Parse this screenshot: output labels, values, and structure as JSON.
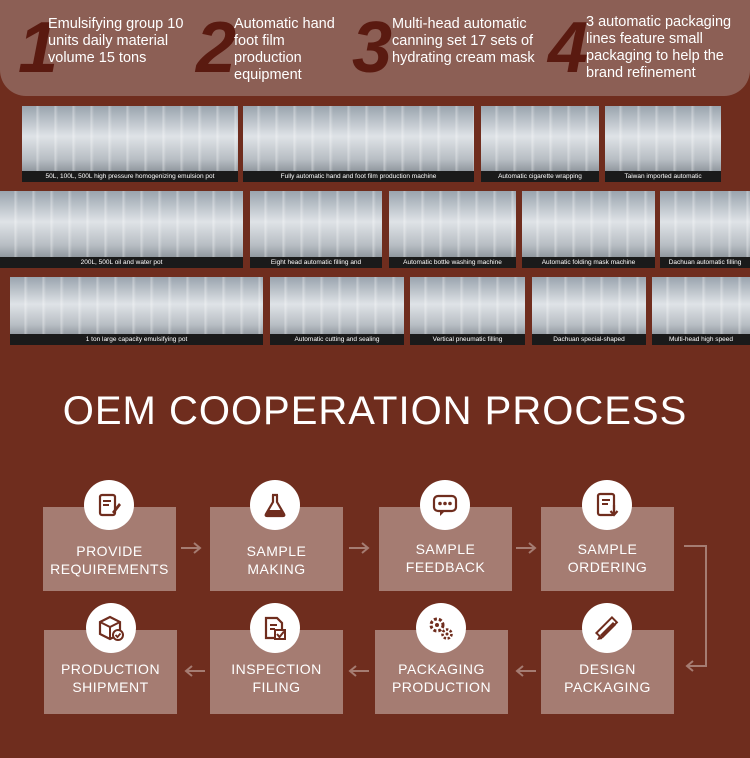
{
  "stats": [
    {
      "num": "1",
      "text": "Emulsifying group 10 units daily material volume 15 tons"
    },
    {
      "num": "2",
      "text": "Automatic hand foot film production equipment"
    },
    {
      "num": "3",
      "text": "Multi-head automatic canning set 17 sets of hydrating cream mask"
    },
    {
      "num": "4",
      "text": "3 automatic packaging lines feature small packaging to help the brand refinement"
    }
  ],
  "photos": [
    "50L, 100L, 500L high pressure homogenizing emulsion pot",
    "Fully automatic hand and foot film production machine",
    "Automatic cigarette wrapping",
    "Taiwan imported automatic",
    "200L, 500L oil and water pot",
    "Eight head automatic filling and",
    "Automatic bottle washing machine",
    "Automatic folding mask machine",
    "Dachuan automatic filling",
    "1 ton large capacity emulsifying pot",
    "Automatic cutting and sealing",
    "Vertical pneumatic filling",
    "Dachuan special-shaped",
    "Multi-head high speed"
  ],
  "title": "OEM COOPERATION PROCESS",
  "steps": [
    {
      "line1": "PROVIDE",
      "line2": "REQUIREMENTS",
      "icon": "document-edit-icon"
    },
    {
      "line1": "SAMPLE",
      "line2": "MAKING",
      "icon": "flask-icon"
    },
    {
      "line1": "SAMPLE",
      "line2": "FEEDBACK",
      "icon": "chat-bubble-icon"
    },
    {
      "line1": "SAMPLE",
      "line2": "ORDERING",
      "icon": "order-download-icon"
    },
    {
      "line1": "DESIGN",
      "line2": "PACKAGING",
      "icon": "pencil-ruler-icon"
    },
    {
      "line1": "PACKAGING",
      "line2": "PRODUCTION",
      "icon": "gears-icon"
    },
    {
      "line1": "INSPECTION",
      "line2": "FILING",
      "icon": "checklist-icon"
    },
    {
      "line1": "PRODUCTION",
      "line2": "SHIPMENT",
      "icon": "box-check-icon"
    }
  ],
  "colors": {
    "background": "#6f2d1e",
    "band": "#8c5f55",
    "step_box": "#a57c72",
    "numeral": "#5a1a10"
  }
}
